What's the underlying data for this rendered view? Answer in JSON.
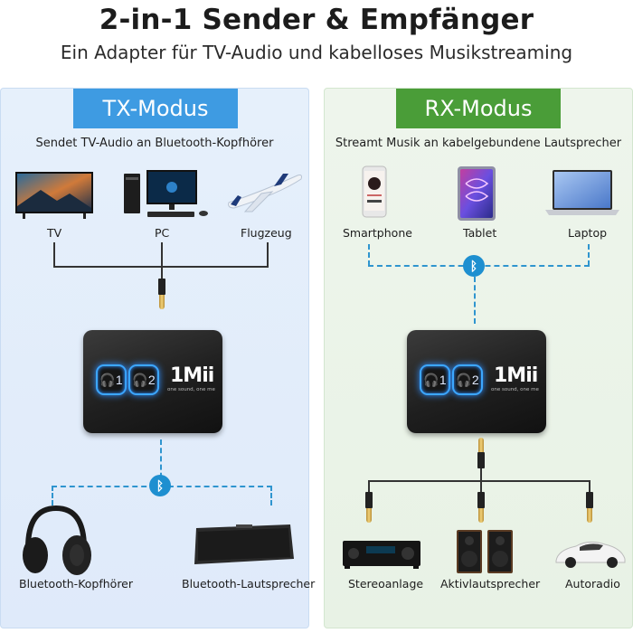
{
  "header": {
    "title": "2-in-1 Sender & Empfänger",
    "subtitle": "Ein Adapter für TV-Audio und kabelloses Musikstreaming"
  },
  "tx": {
    "mode_label": "TX-Modus",
    "description": "Sendet TV-Audio an Bluetooth-Kopfhörer",
    "sources": [
      {
        "label": "TV",
        "icon": "tv-icon"
      },
      {
        "label": "PC",
        "icon": "pc-icon"
      },
      {
        "label": "Flugzeug",
        "icon": "airplane-icon"
      }
    ],
    "outputs": [
      {
        "label": "Bluetooth-Kopfhörer",
        "icon": "headphones-icon"
      },
      {
        "label": "Bluetooth-Lautsprecher",
        "icon": "speaker-icon"
      }
    ]
  },
  "rx": {
    "mode_label": "RX-Modus",
    "description": "Streamt Musik an kabelgebundene Lautsprecher",
    "sources": [
      {
        "label": "Smartphone",
        "icon": "smartphone-icon"
      },
      {
        "label": "Tablet",
        "icon": "tablet-icon"
      },
      {
        "label": "Laptop",
        "icon": "laptop-icon"
      }
    ],
    "outputs": [
      {
        "label": "Stereoanlage",
        "icon": "stereo-receiver-icon"
      },
      {
        "label": "Aktivlautsprecher",
        "icon": "active-speakers-icon"
      },
      {
        "label": "Autoradio",
        "icon": "car-icon"
      }
    ]
  },
  "adapter": {
    "brand": "1Mii",
    "tagline": "one sound, one me",
    "button_1": "1",
    "button_2": "2"
  },
  "colors": {
    "tx_accent": "#3e9be2",
    "rx_accent": "#4a9d38",
    "bluetooth": "#1e8fd0",
    "led_blue": "#3ca7ff"
  }
}
